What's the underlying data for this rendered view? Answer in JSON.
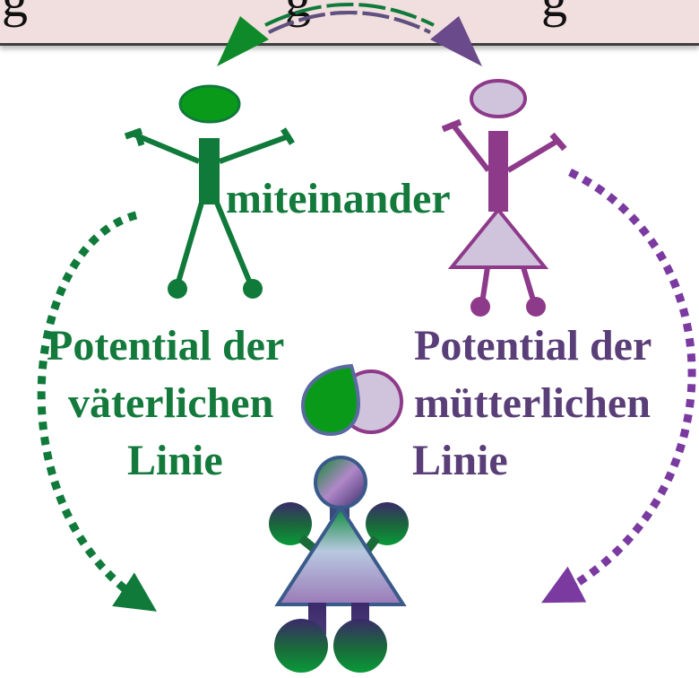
{
  "banner": {
    "left_fragment": "g",
    "middle_fragment": "g",
    "right_fragment": "g"
  },
  "labels": {
    "center": "miteinander",
    "paternal_line1": "Potential der",
    "paternal_line2": "väterlichen",
    "paternal_line3": "Linie",
    "maternal_line1": "Potential der",
    "maternal_line2": "mütterlichen",
    "maternal_line3": "Linie"
  },
  "colors": {
    "paternal": "#0f7a3a",
    "paternal_light": "#0a9a1a",
    "maternal": "#8e3a8a",
    "maternal_text": "#5a3e78",
    "maternal_light": "#d0c4dc",
    "banner_bg": "#f1dede"
  },
  "icons": [
    "father-figure-icon",
    "mother-figure-icon",
    "child-figure-icon",
    "green-drop-icon",
    "purple-circle-icon"
  ]
}
